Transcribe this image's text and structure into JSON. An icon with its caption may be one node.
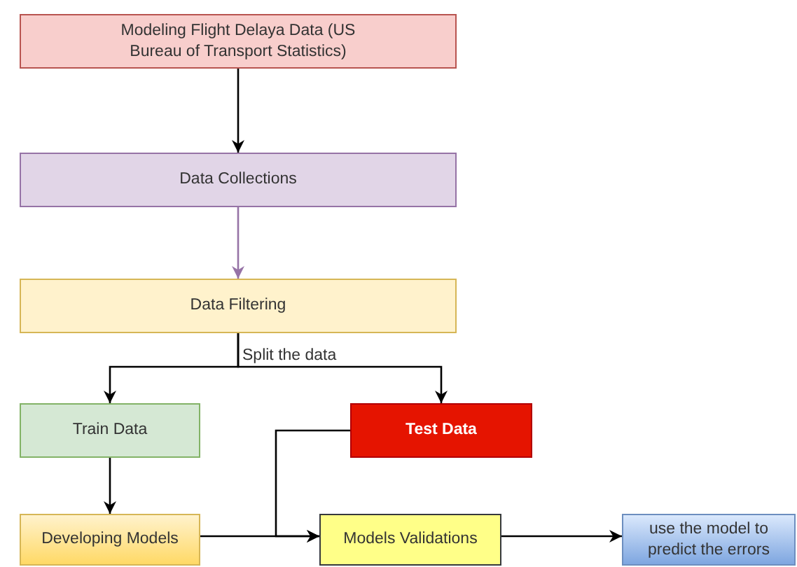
{
  "diagram": {
    "nodes": [
      {
        "text": [
          "Modeling Flight Delaya Data (US Bureau of Transport Statistics)"
        ]
      },
      {
        "text": [
          "Data Collections"
        ]
      },
      {
        "text": [
          "Data Filtering"
        ]
      },
      {
        "text": [
          "Train Data"
        ]
      },
      {
        "text": [
          "Test Data"
        ]
      },
      {
        "text": [
          "Developing Models"
        ]
      },
      {
        "text": [
          "Models Validations"
        ]
      },
      {
        "text": [
          "use the model to predict the errors"
        ]
      }
    ],
    "edges": [
      {
        "from": 0,
        "to": 1,
        "arrow": "to"
      },
      {
        "from": 1,
        "to": 2,
        "arrow": "to",
        "color": "#9673a6"
      },
      {
        "from": 2,
        "to": 3,
        "arrow": "to",
        "label": "Split the data"
      },
      {
        "from": 2,
        "to": 4,
        "arrow": "to"
      },
      {
        "from": 3,
        "to": 5,
        "arrow": "to"
      },
      {
        "from": 5,
        "to": 6,
        "arrow": "to"
      },
      {
        "from": 4,
        "to": 6,
        "arrow": "to"
      },
      {
        "from": 6,
        "to": 7,
        "arrow": "to"
      }
    ]
  }
}
